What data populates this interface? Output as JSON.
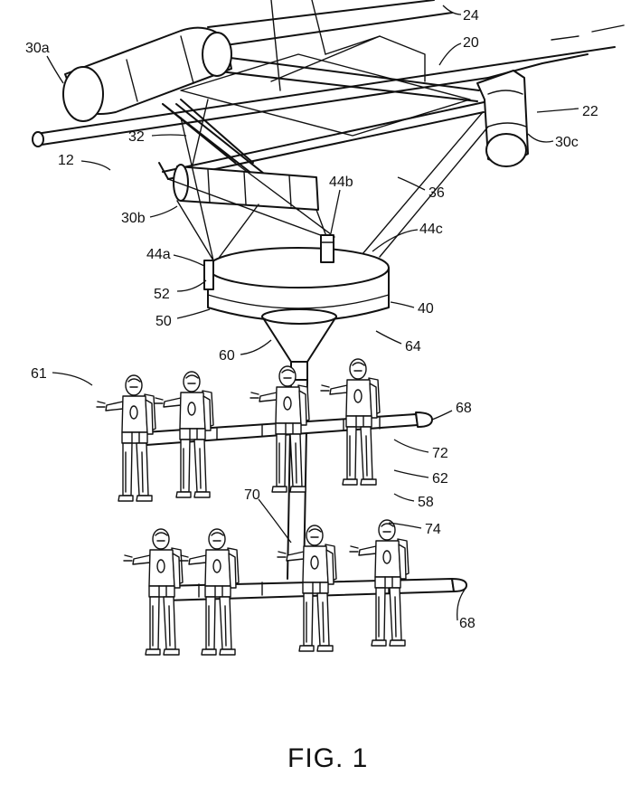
{
  "figure": {
    "caption": "FIG. 1",
    "labels": {
      "l24": "24",
      "l20": "20",
      "l30a": "30a",
      "l22": "22",
      "l30c": "30c",
      "l32": "32",
      "l12": "12",
      "l44b": "44b",
      "l36": "36",
      "l30b": "30b",
      "l44c": "44c",
      "l44a": "44a",
      "l52": "52",
      "l40": "40",
      "l50": "50",
      "l64": "64",
      "l60": "60",
      "l61": "61",
      "l68a": "68",
      "l72": "72",
      "l62": "62",
      "l58": "58",
      "l70": "70",
      "l74": "74",
      "l68b": "68"
    },
    "riders_per_row": 4,
    "rows": 2
  }
}
